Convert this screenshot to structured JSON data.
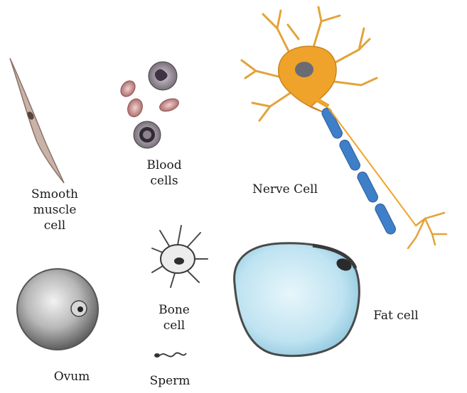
{
  "labels": {
    "smooth_muscle": "Smooth\nmuscle\ncell",
    "blood": "Blood\ncells",
    "nerve": "Nerve Cell",
    "bone": "Bone\ncell",
    "fat": "Fat cell",
    "ovum": "Ovum",
    "sperm": "Sperm"
  },
  "colors": {
    "nerve_body": "#f0a32a",
    "myelin": "#3f7fc9",
    "fat_cytoplasm": "#bfe3f1",
    "ovum_shade": "#6a6a6a",
    "blood_cell": "#c98a8a"
  }
}
